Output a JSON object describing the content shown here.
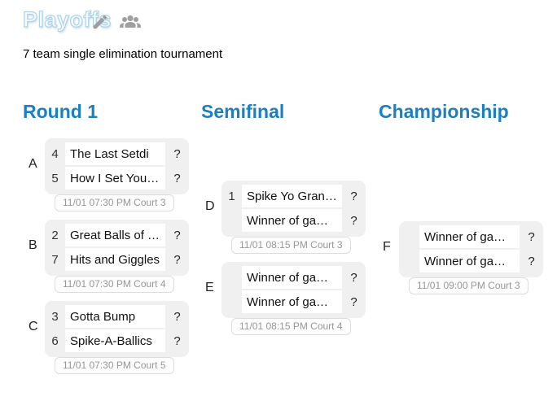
{
  "page": {
    "title": "Playoffs",
    "subtitle": "7 team single elimination tournament"
  },
  "colors": {
    "heading_blue": "#1b7fc1",
    "title_fill": "#f4fafd",
    "title_outline": "#aed2e6",
    "icon_gray": "#9e9e9e",
    "match_box_bg": "#f0f0f0",
    "schedule_text": "#979797",
    "schedule_border": "#dddddd"
  },
  "icons": {
    "edit": "pencil-icon",
    "participants": "people-icon"
  },
  "rounds": [
    {
      "label": "Round 1"
    },
    {
      "label": "Semifinal"
    },
    {
      "label": "Championship"
    }
  ],
  "matches": [
    {
      "letter": "A",
      "slots": [
        {
          "seed": "4",
          "name": "The Last Setdi",
          "score": "?"
        },
        {
          "seed": "5",
          "name": "How I Set You…",
          "score": "?"
        }
      ],
      "schedule": "11/01 07:30 PM Court 3"
    },
    {
      "letter": "B",
      "slots": [
        {
          "seed": "2",
          "name": "Great Balls of …",
          "score": "?"
        },
        {
          "seed": "7",
          "name": "Hits and Giggles",
          "score": "?"
        }
      ],
      "schedule": "11/01 07:30 PM Court 4"
    },
    {
      "letter": "C",
      "slots": [
        {
          "seed": "3",
          "name": "Gotta Bump",
          "score": "?"
        },
        {
          "seed": "6",
          "name": "Spike-A-Ballics",
          "score": "?"
        }
      ],
      "schedule": "11/01 07:30 PM Court 5"
    },
    {
      "letter": "D",
      "slots": [
        {
          "seed": "1",
          "name": "Spike Yo Gran…",
          "score": "?"
        },
        {
          "seed": "",
          "name": "Winner of ga…",
          "score": "?"
        }
      ],
      "schedule": "11/01 08:15 PM Court 3"
    },
    {
      "letter": "E",
      "slots": [
        {
          "seed": "",
          "name": "Winner of ga…",
          "score": "?"
        },
        {
          "seed": "",
          "name": "Winner of ga…",
          "score": "?"
        }
      ],
      "schedule": "11/01 08:15 PM Court 4"
    },
    {
      "letter": "F",
      "slots": [
        {
          "seed": "",
          "name": "Winner of ga…",
          "score": "?"
        },
        {
          "seed": "",
          "name": "Winner of ga…",
          "score": "?"
        }
      ],
      "schedule": "11/01 09:00 PM Court 3"
    }
  ]
}
